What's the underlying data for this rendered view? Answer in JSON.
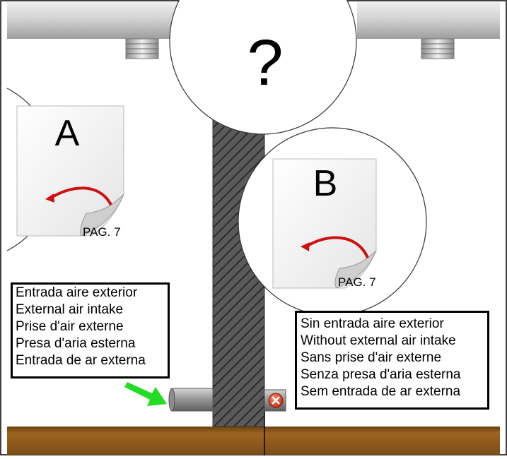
{
  "question_mark": "?",
  "option_a": {
    "letter": "A",
    "page_ref": "PAG. 7"
  },
  "option_b": {
    "letter": "B",
    "page_ref": "PAG. 7"
  },
  "label_a": {
    "lines": [
      "Entrada aire exterior",
      "External air intake",
      "Prise d'air externe",
      "Presa d'aria esterna",
      "Entrada de ar externa"
    ]
  },
  "label_b": {
    "lines": [
      "Sin entrada aire exterior",
      "Without external air intake",
      "Sans prise d'air externe",
      "Senza presa d'aria esterna",
      "Sem entrada de ar externa"
    ]
  },
  "colors": {
    "ceiling": "#c8c8c8",
    "wall": "#5a5a5a",
    "floor": "#8a5a1c",
    "arrow": "#22dd22",
    "page_arrow": "#cc1111",
    "no_icon": "#e0432a"
  }
}
